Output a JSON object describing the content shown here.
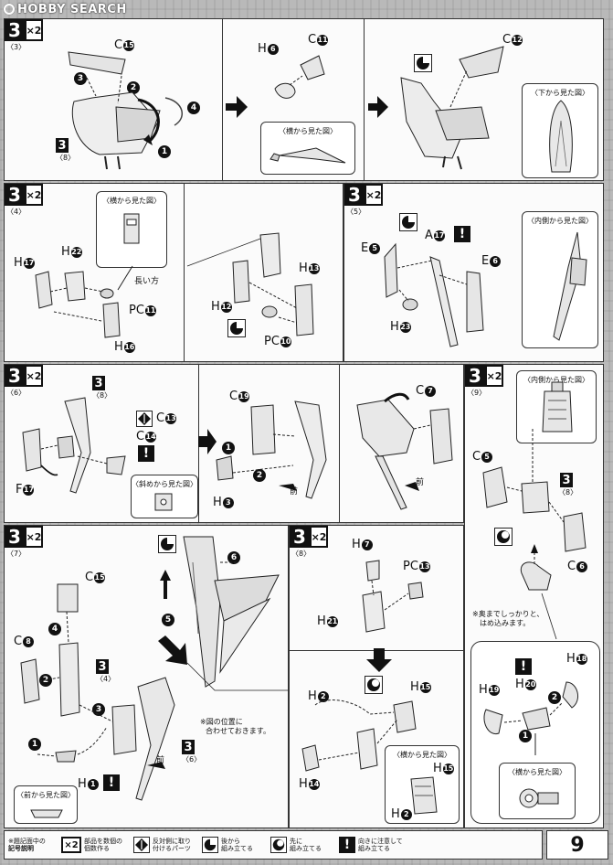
{
  "watermark": "HOBBY SEARCH",
  "page_number": "9",
  "callout_multiplier": "×2",
  "panels": {
    "p3": {
      "step": "3",
      "multiplier": "×2",
      "sub": "〈3〉",
      "labels": {
        "c15": "C",
        "c15n": "15",
        "h6": "H",
        "h6n": "6",
        "c11": "C",
        "c11n": "11",
        "c12": "C",
        "c12n": "12"
      },
      "sub_ref": "3",
      "sub_ref_num": "〈8〉",
      "view_side": "〈横から見た図〉",
      "view_bottom": "〈下から見た図〉"
    },
    "p4": {
      "step": "3",
      "multiplier": "×2",
      "sub": "〈4〉",
      "labels": {
        "h17": "H",
        "h17n": "17",
        "h22": "H",
        "h22n": "22",
        "h16": "H",
        "h16n": "16",
        "pc11": "PC",
        "pc11n": "11",
        "h12": "H",
        "h12n": "12",
        "h13": "H",
        "h13n": "13",
        "pc10": "PC",
        "pc10n": "10"
      },
      "long_side": "長い方",
      "view_side": "〈横から見た図〉"
    },
    "p5": {
      "step": "3",
      "multiplier": "×2",
      "sub": "〈5〉",
      "labels": {
        "e5": "E",
        "e5n": "5",
        "a17": "A",
        "a17n": "17",
        "e6": "E",
        "e6n": "6",
        "h23": "H",
        "h23n": "23"
      },
      "view_inner": "〈内側から見た図〉"
    },
    "p6": {
      "step": "3",
      "multiplier": "×2",
      "sub": "〈6〉",
      "labels": {
        "f17": "F",
        "f17n": "17",
        "c13": "C",
        "c13n": "13",
        "c14": "C",
        "c14n": "14",
        "c19": "C",
        "c19n": "19",
        "h3": "H",
        "h3n": "3",
        "c7": "C",
        "c7n": "7"
      },
      "sub_ref": "3",
      "sub_ref_num": "〈8〉",
      "view_diag": "〈斜めから見た図〉",
      "front": "前",
      "front2": "前"
    },
    "p9": {
      "step": "3",
      "multiplier": "×2",
      "sub": "〈9〉",
      "labels": {
        "c5": "C",
        "c5n": "5",
        "c6": "C",
        "c6n": "6",
        "h18": "H",
        "h18n": "18",
        "h19": "H",
        "h19n": "19",
        "h20": "H",
        "h20n": "20"
      },
      "sub_ref": "3",
      "sub_ref_num": "〈8〉",
      "view_inner": "〈内側から見た図〉",
      "note": [
        "※奥までしっかりと、",
        "はめ込みます。"
      ],
      "view_side": "〈横から見た図〉"
    },
    "p7": {
      "step": "3",
      "multiplier": "×2",
      "sub": "〈7〉",
      "labels": {
        "c15": "C",
        "c15n": "15",
        "c8": "C",
        "c8n": "8",
        "h1": "H",
        "h1n": "1"
      },
      "sub_ref_a": "3",
      "sub_ref_a_num": "〈4〉",
      "sub_ref_b": "3",
      "sub_ref_b_num": "〈6〉",
      "note": [
        "※図の位置に",
        "合わせておきます。"
      ],
      "view_front": "〈前から見た図〉",
      "front": "前"
    },
    "p8": {
      "step": "3",
      "multiplier": "×2",
      "sub": "〈8〉",
      "labels": {
        "h7": "H",
        "h7n": "7",
        "pc13": "PC",
        "pc13n": "13",
        "h21": "H",
        "h21n": "21",
        "h2": "H",
        "h2n": "2",
        "h15": "H",
        "h15n": "15",
        "h14": "H",
        "h14n": "14",
        "h15b": "H",
        "h15bn": "15",
        "h2b": "H",
        "h2bn": "2"
      },
      "view_side": "〈横から見た図〉"
    }
  },
  "legend": {
    "heading": [
      "※題記面中の",
      "記号説明"
    ],
    "items": [
      {
        "icon": "multiplier-x2-icon",
        "text": [
          "部品を数個の",
          "個数作る"
        ]
      },
      {
        "icon": "mirror-parts-icon",
        "text": [
          "反対側に取り",
          "付けるパーツ"
        ]
      },
      {
        "icon": "assemble-later-icon",
        "text": [
          "後から",
          "組み立てる"
        ]
      },
      {
        "icon": "assemble-first-icon",
        "text": [
          "先に",
          "組み立てる"
        ]
      },
      {
        "icon": "caution-icon",
        "text": [
          "向きに注意して",
          "組み立てる"
        ]
      }
    ]
  }
}
